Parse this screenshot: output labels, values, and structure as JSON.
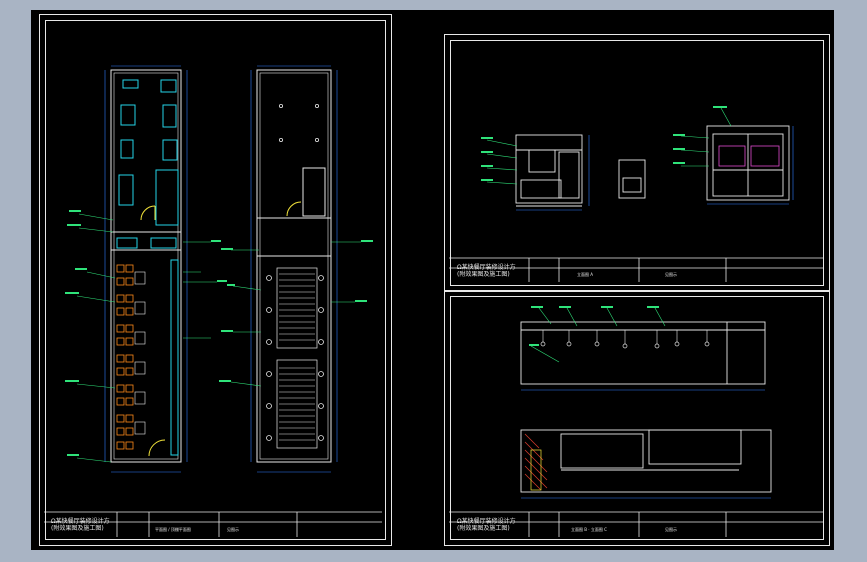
{
  "colors": {
    "frame": "#e8e8e8",
    "plan_cyan": "#24d4e8",
    "dim_blue": "#2f7cff",
    "label_green": "#2fe37a",
    "chair_orange": "#ff8a1a",
    "door_yellow": "#f2e33a",
    "fixture_magenta": "#e04bd0",
    "hatch_red": "#d23b2b",
    "background": "#a9b4c4"
  },
  "sheets": [
    {
      "id": "left",
      "title_block": {
        "project": "Ω某快餐厅装修设计方",
        "project_sub": "(附效果图及施工图)",
        "drawing_title": "平面图 / 顶棚平面图",
        "scale": "见图示"
      }
    },
    {
      "id": "right-top",
      "title_block": {
        "project": "Ω某快餐厅装修设计方",
        "project_sub": "(附效果图及施工图)",
        "drawing_title": "立面图 A",
        "scale": "见图示"
      }
    },
    {
      "id": "right-bottom",
      "title_block": {
        "project": "Ω某快餐厅装修设计方",
        "project_sub": "(附效果图及施工图)",
        "drawing_title": "立面图 B · 立面图 C",
        "scale": "见图示"
      }
    }
  ]
}
